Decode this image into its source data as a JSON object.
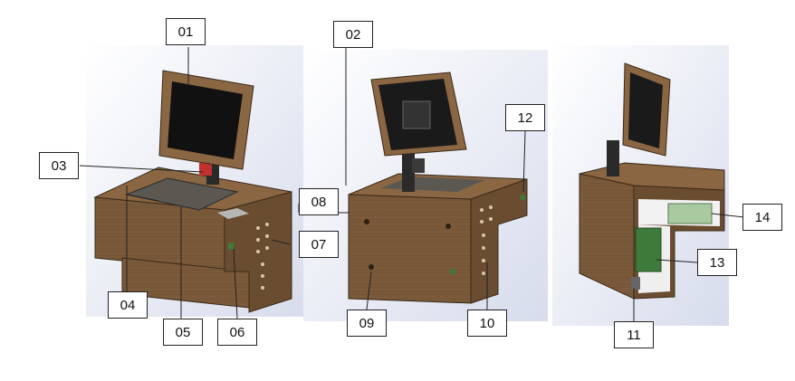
{
  "callouts": {
    "c01": "01",
    "c02": "02",
    "c03": "03",
    "c04": "04",
    "c05": "05",
    "c06": "06",
    "c07": "07",
    "c08": "08",
    "c09": "09",
    "c10": "10",
    "c11": "11",
    "c12": "12",
    "c13": "13",
    "c14": "14"
  },
  "colors": {
    "wood": "#7a5a3a",
    "wood_dark": "#5e4329",
    "wood_light": "#9a7650",
    "screen": "#111111",
    "panel": "#55524c",
    "green_board": "#3e7a3a",
    "pale_green": "#a9c9a0",
    "red_part": "#c23030",
    "backdrop": "#dfe3ef"
  }
}
